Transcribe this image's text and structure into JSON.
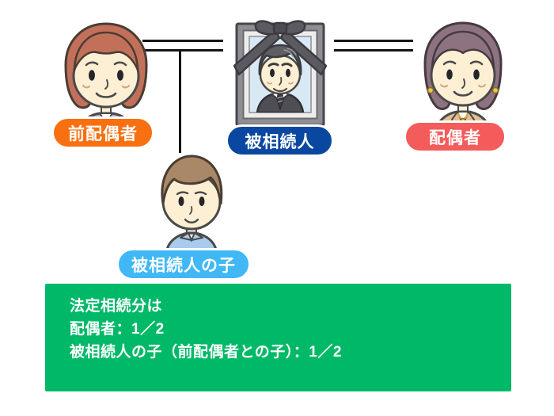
{
  "badges": {
    "former_spouse": {
      "label": "前配偶者",
      "color": "#f8700f"
    },
    "decedent": {
      "label": "被相続人",
      "color": "#0a47a0"
    },
    "spouse": {
      "label": "配偶者",
      "color": "#f45b5b"
    },
    "child": {
      "label": "被相続人の子",
      "color": "#41b8f5"
    }
  },
  "info_box": {
    "bg_color": "#00b968",
    "text_color": "#ffffff",
    "lines": [
      "法定相続分は",
      "配偶者：1／2",
      "被相続人の子（前配偶者との子）：1／2"
    ]
  },
  "connector_color": "#141414"
}
